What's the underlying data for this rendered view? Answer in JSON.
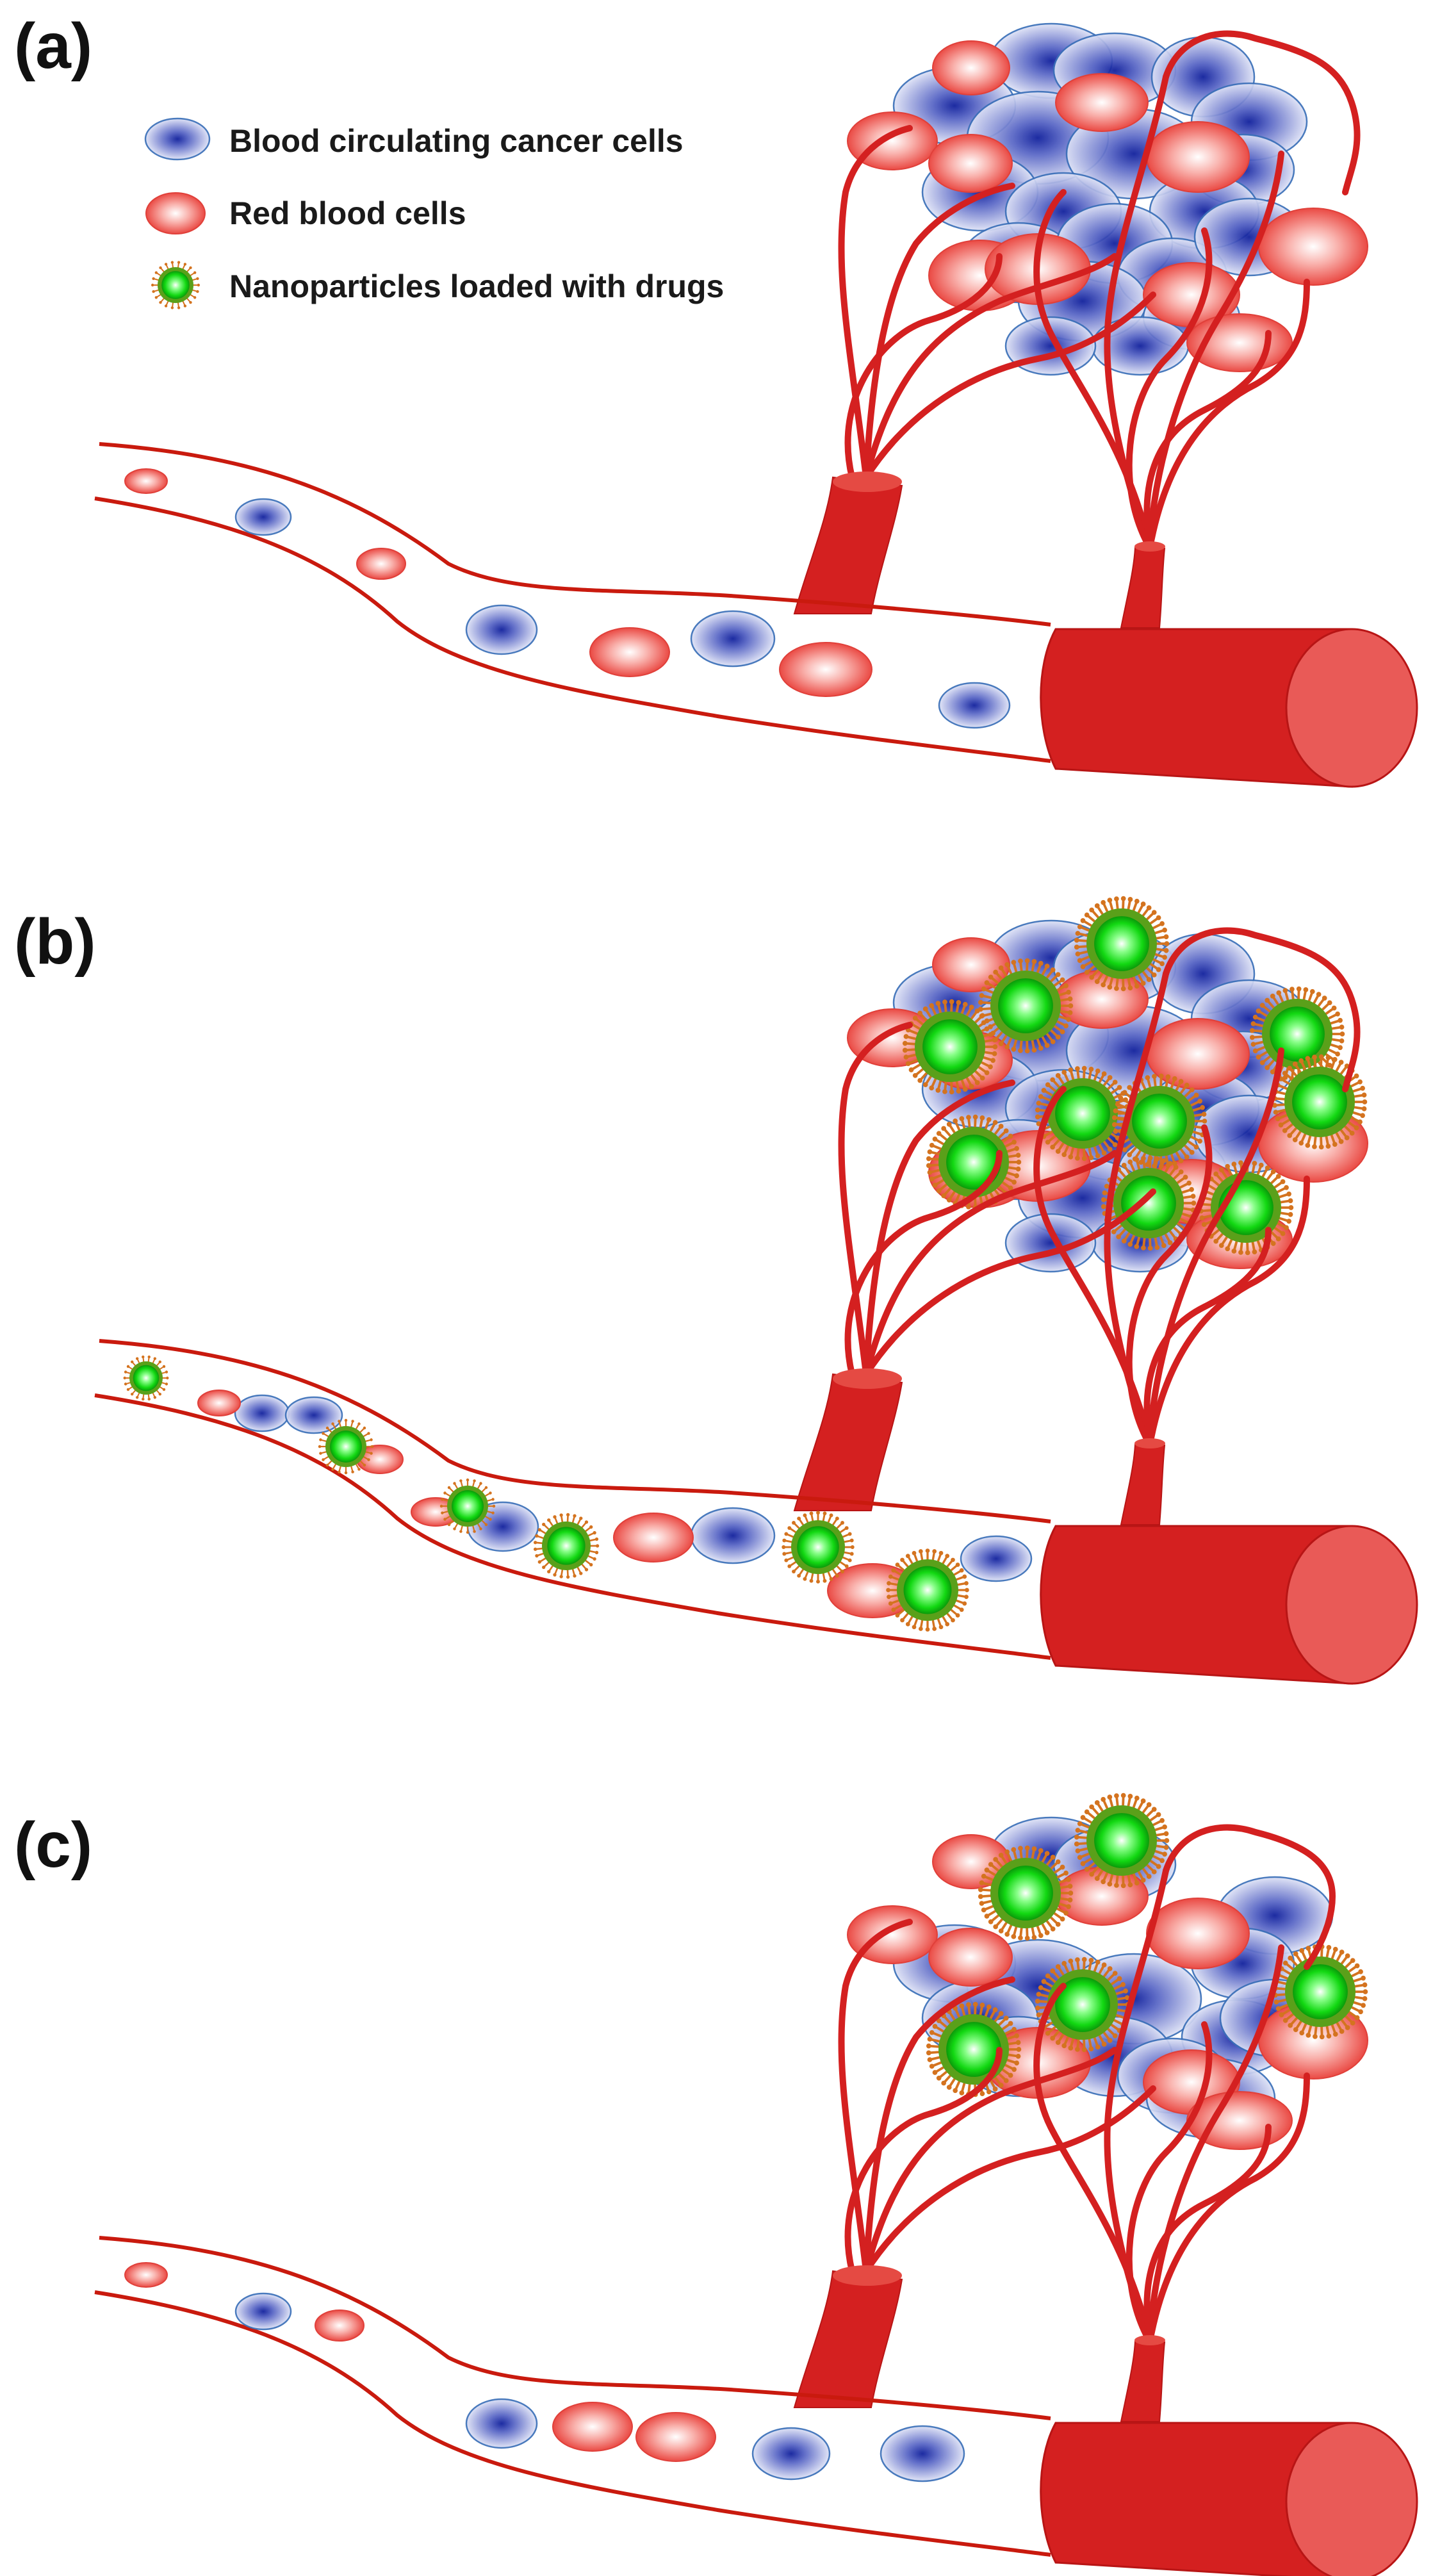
{
  "panels": [
    {
      "label": "(a)"
    },
    {
      "label": "(b)"
    },
    {
      "label": "(c)"
    }
  ],
  "legend": {
    "cancer_cells": "Blood circulating cancer cells",
    "red_blood_cells": "Red blood cells",
    "nanoparticles": "Nanoparticles loaded with drugs"
  },
  "colors": {
    "vessel": "#d42020",
    "vessel_wall": "#c91a0e",
    "vessel_end": "#e95a57",
    "cancer_cell": "#2230a8",
    "red_blood_cell": "#f05050",
    "nanoparticle": "#20e020",
    "nanoparticle_spikes": "#d4731f"
  }
}
